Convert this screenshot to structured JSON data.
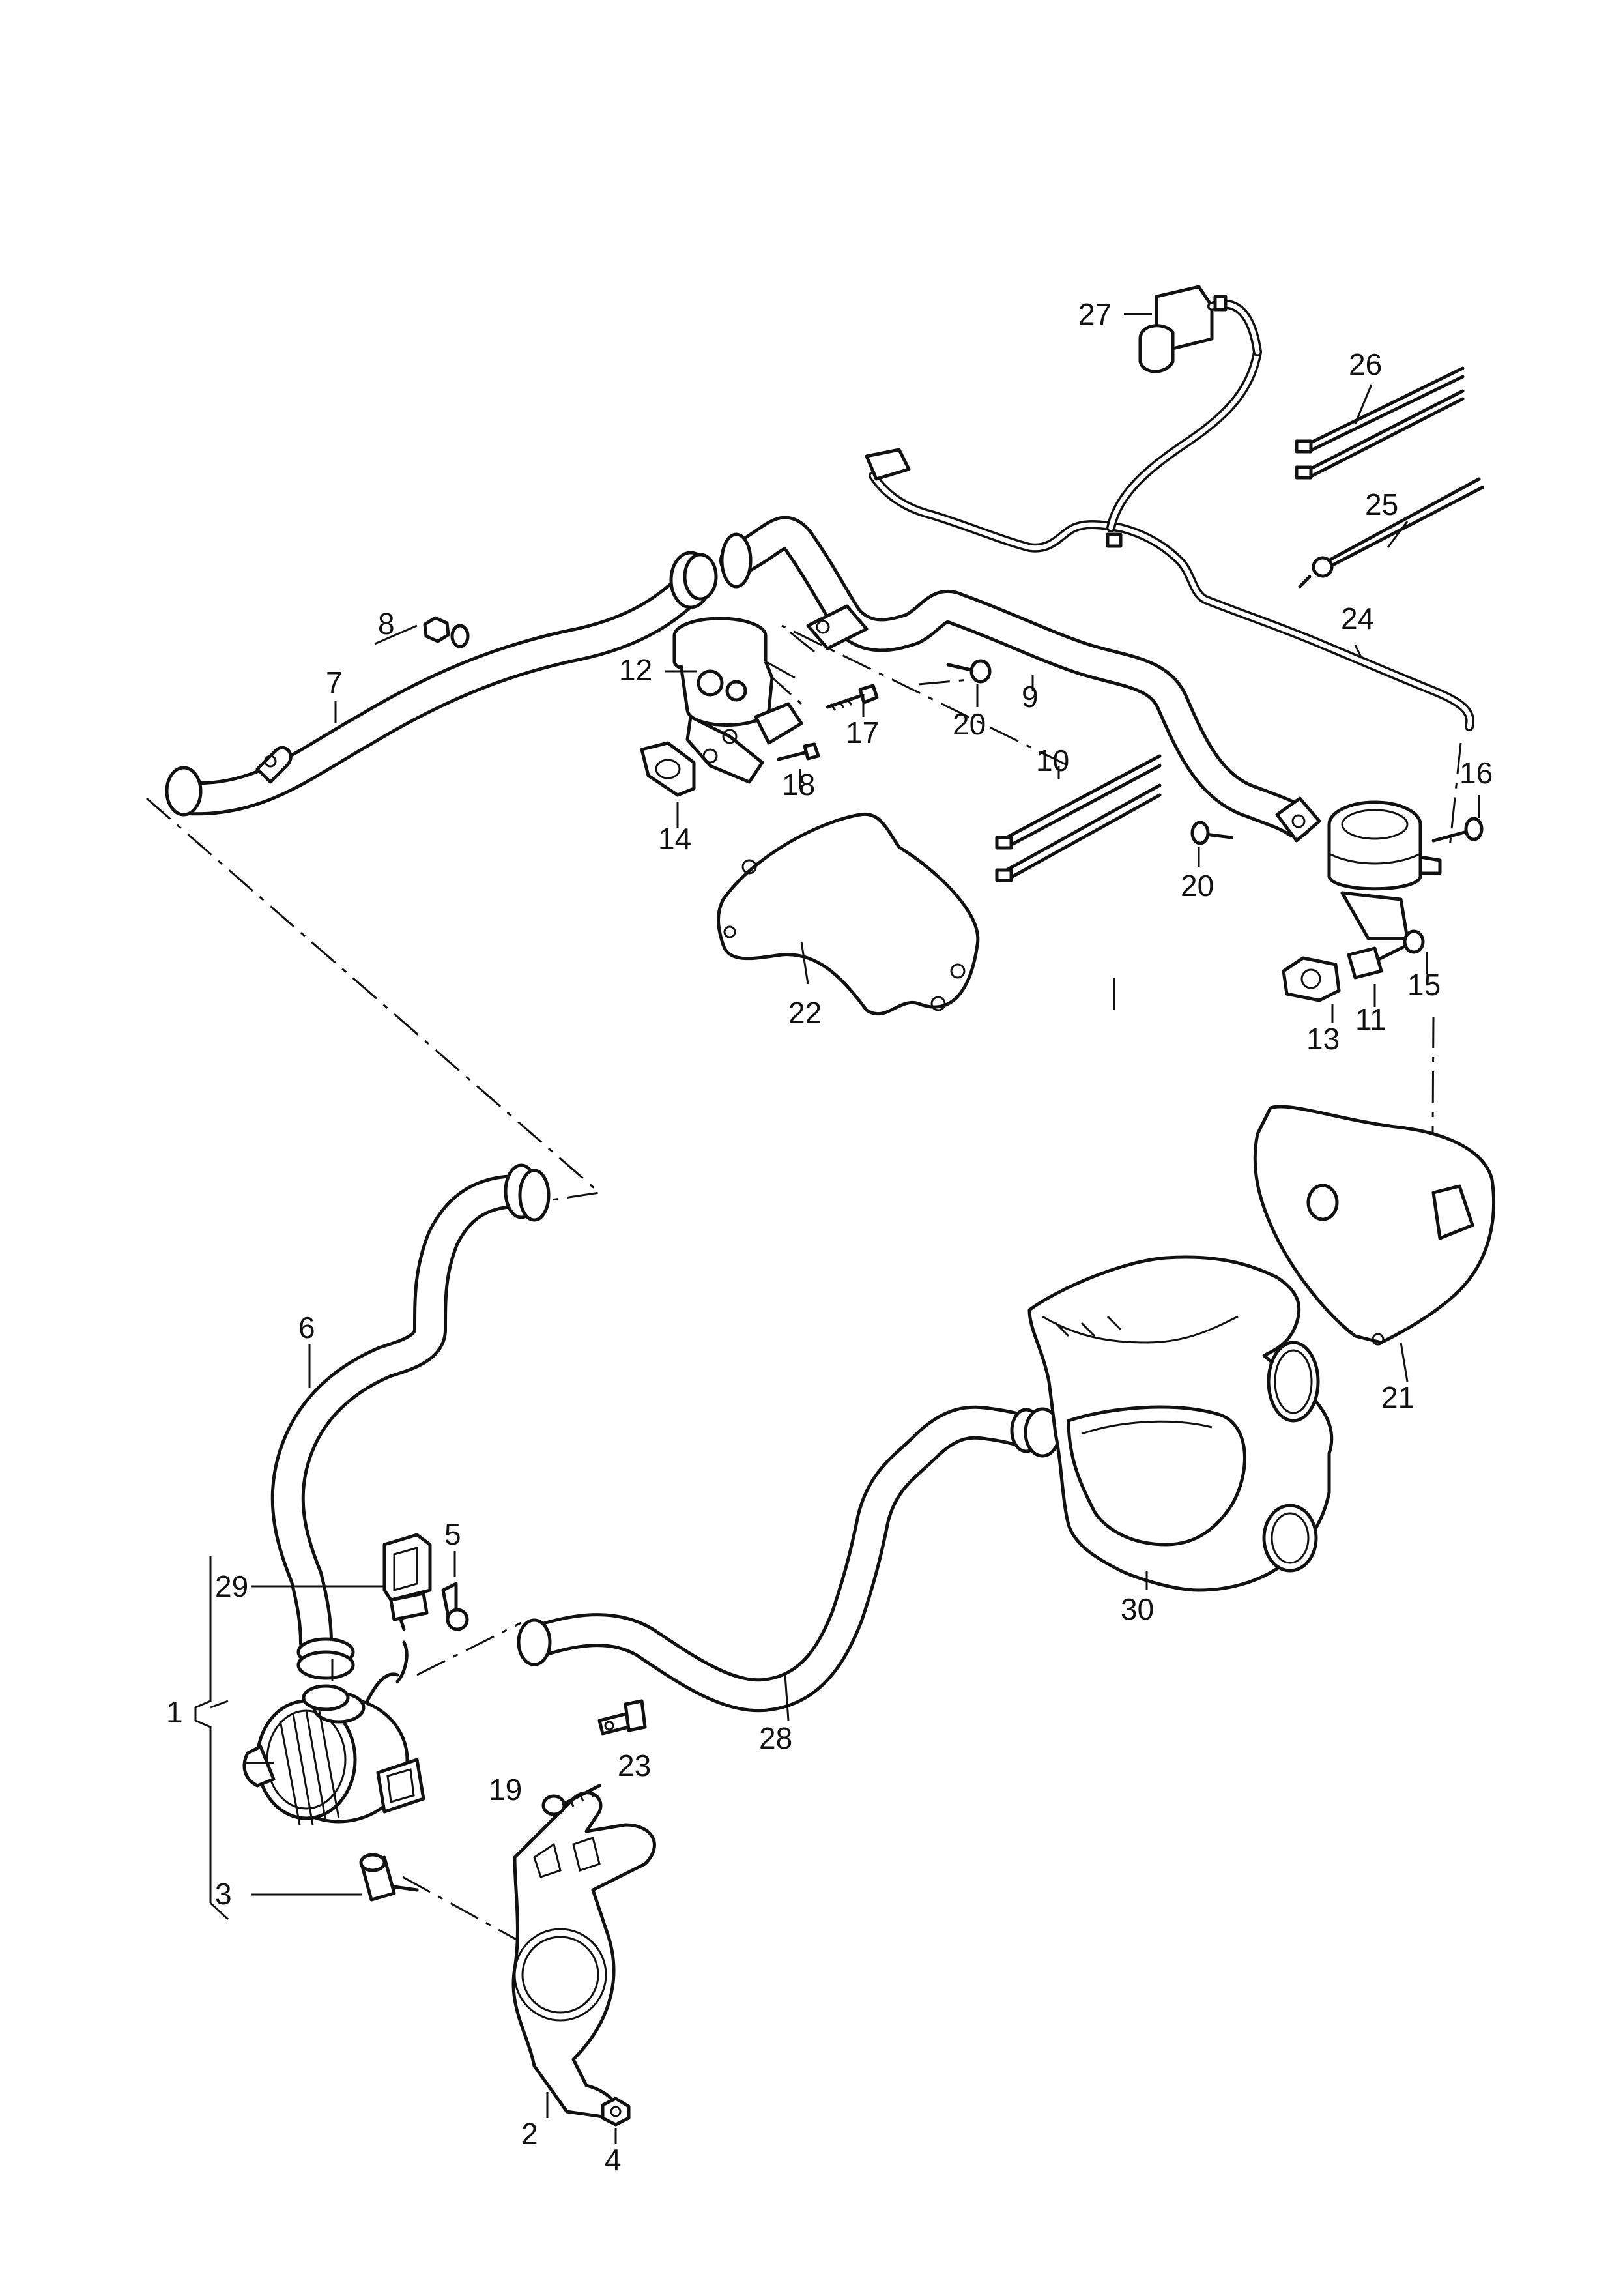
{
  "callouts": {
    "c1": "1",
    "c2": "2",
    "c3": "3",
    "c4": "4",
    "c5": "5",
    "c6": "6",
    "c7": "7",
    "c8": "8",
    "c9": "9",
    "c10": "10",
    "c11": "11",
    "c12": "12",
    "c13": "13",
    "c14": "14",
    "c15": "15",
    "c16": "16",
    "c17": "17",
    "c18": "18",
    "c19": "19",
    "c20a": "20",
    "c20b": "20",
    "c21": "21",
    "c22": "22",
    "c23": "23",
    "c24": "24",
    "c25": "25",
    "c26": "26",
    "c27": "27",
    "c28": "28",
    "c29": "29",
    "c30": "30"
  }
}
